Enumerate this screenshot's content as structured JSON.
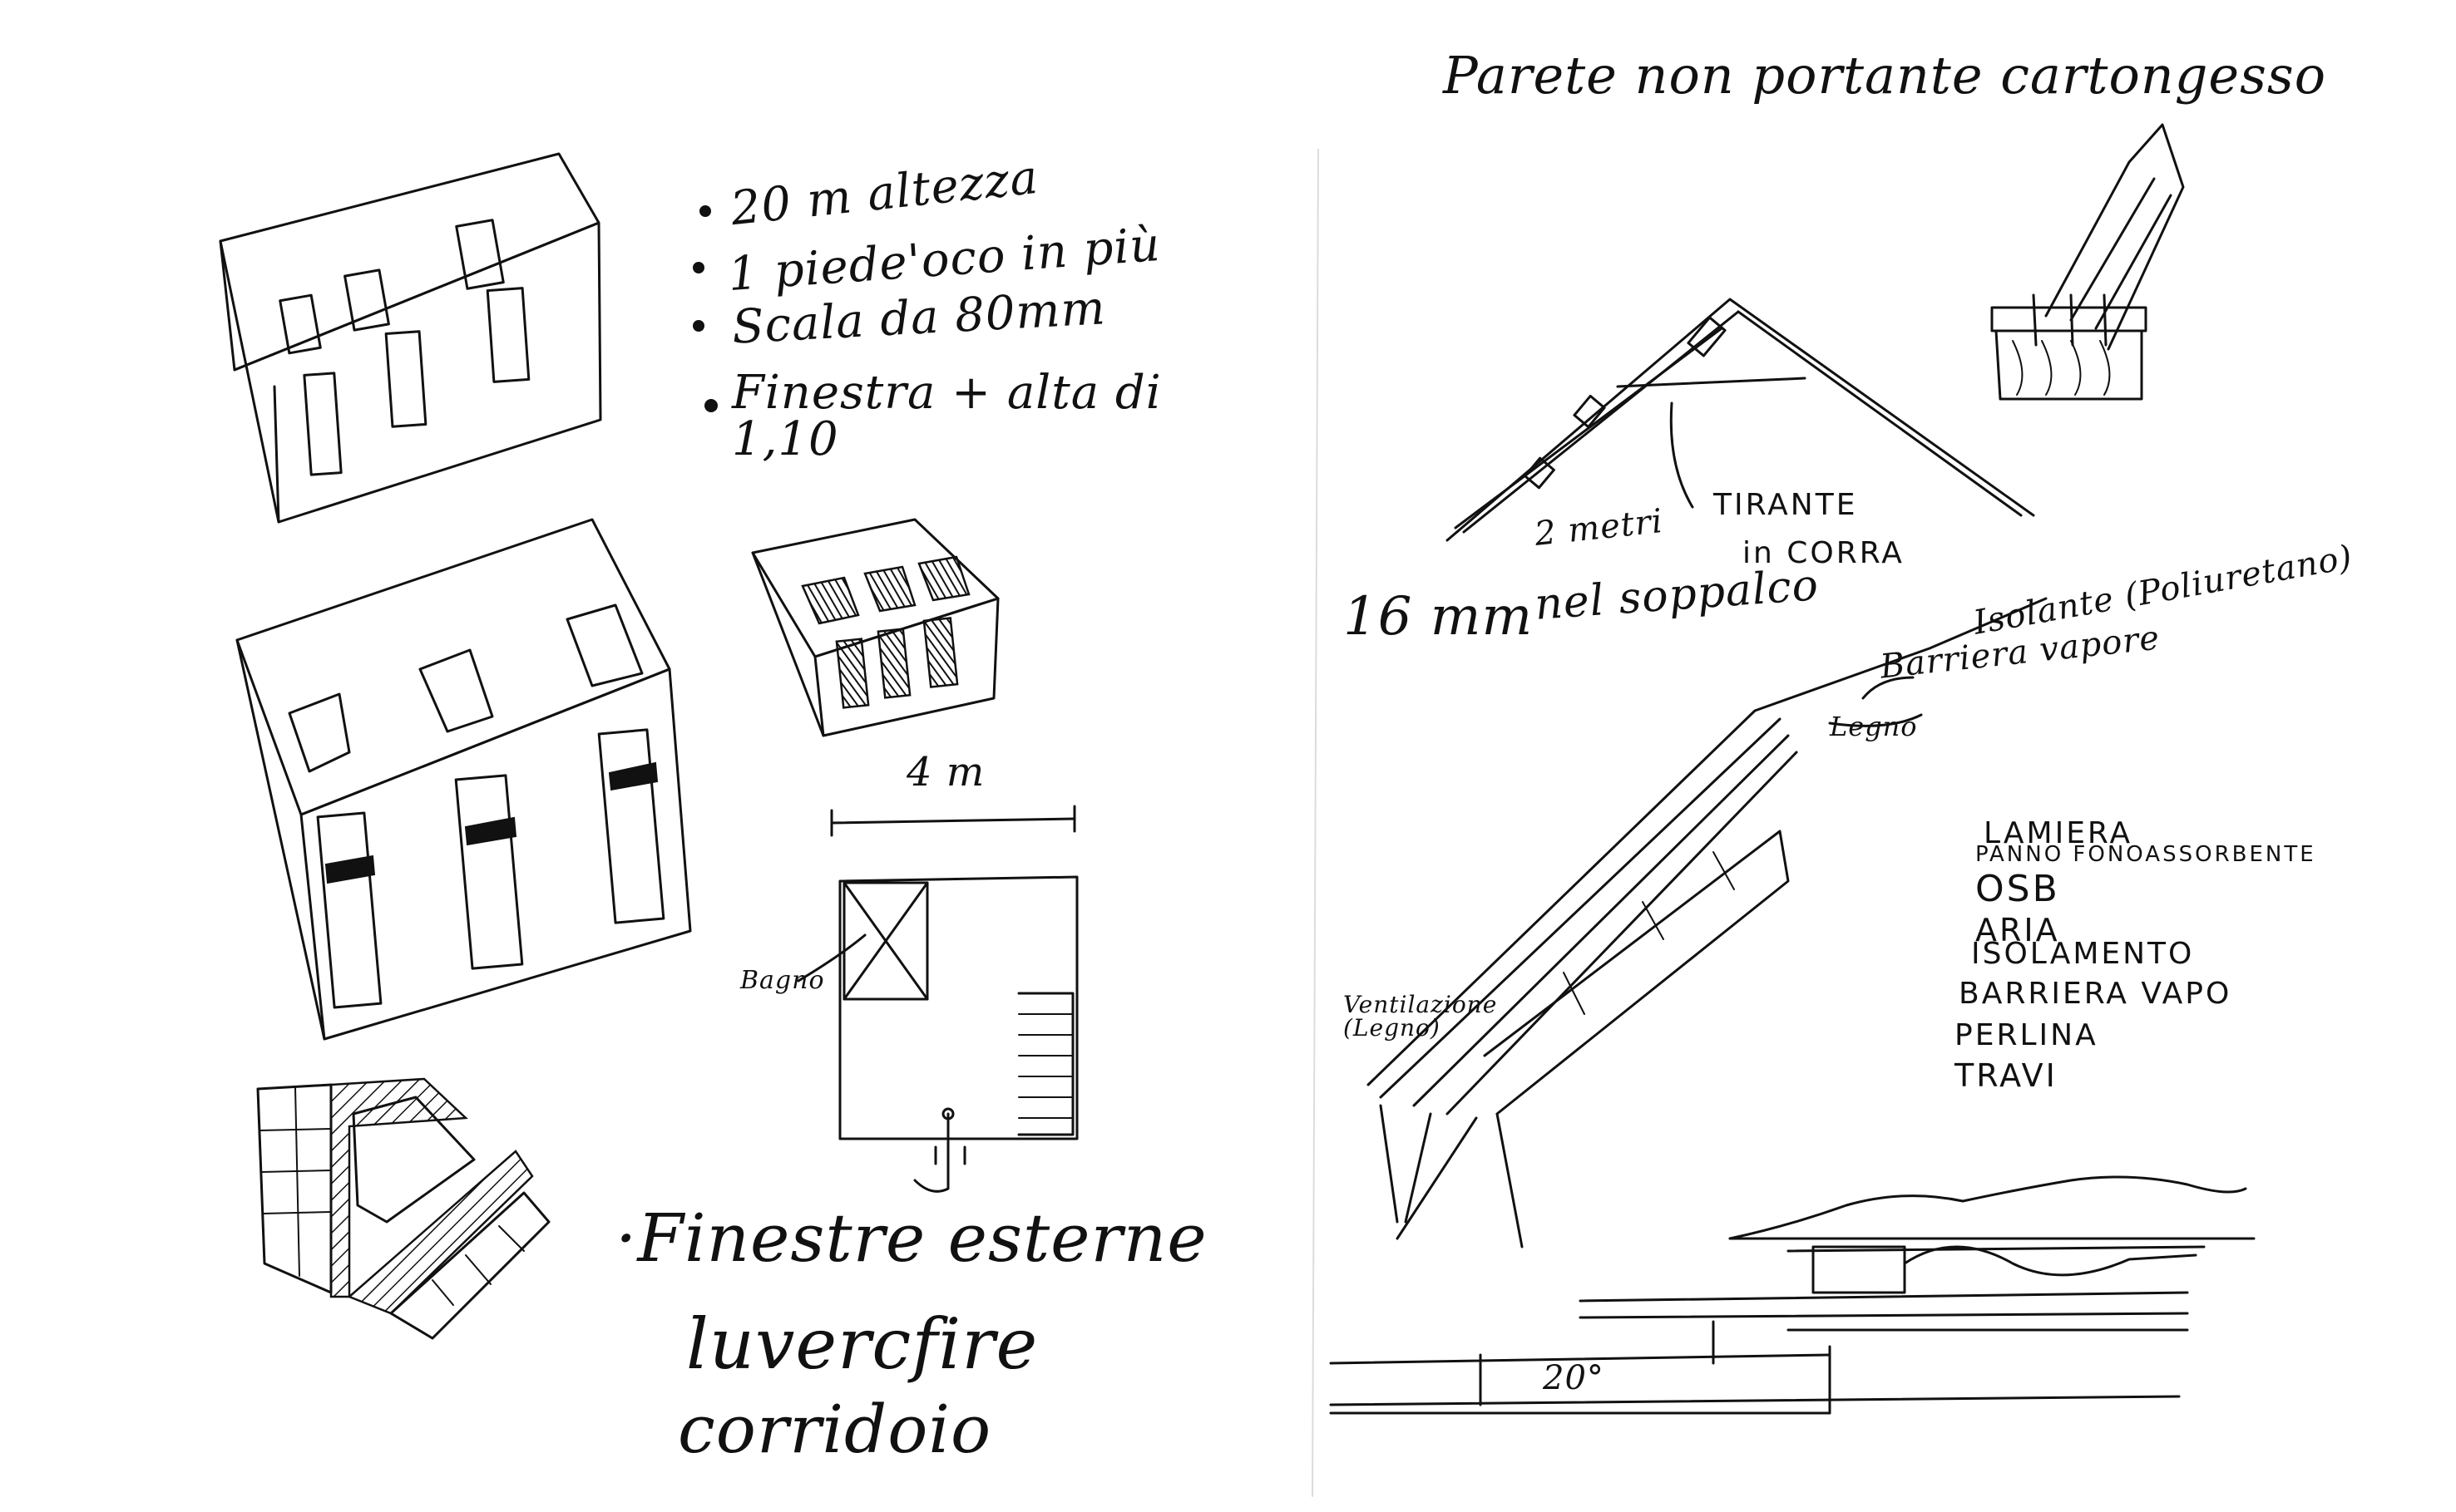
{
  "top_title": "Parete non portante cartongesso",
  "requirements": {
    "items": [
      "20 m altezza",
      "1 piede'oco in più",
      "Scala da 80mm",
      "Finestra + alta di 1,10"
    ]
  },
  "plan": {
    "width_label": "4 m",
    "bath_label": "Bagno"
  },
  "notes": {
    "exterior_windows": "·Finestre esterne",
    "curtain": "luvercfire",
    "corridor": "corridoio"
  },
  "roof_detail": {
    "tie_rod": "TIRANTE",
    "in_corra": "in CORRA",
    "second_line": "2 metri",
    "nel_soppalco": "nel soppalco",
    "thickness": "16 mm",
    "insulation": "Isolante (Poliuretano)",
    "vapor_barrier": "Barriera vapore",
    "wood": "Legno",
    "ventilation": "Ventilazione (Legno)"
  },
  "layers": {
    "items": [
      "LAMIERA",
      "PANNO FONOASSORBENTE",
      "OSB",
      "ARIA",
      "ISOLAMENTO",
      "BARRIERA VAPO",
      "PERLINA",
      "TRAVI"
    ]
  },
  "section": {
    "angle_label": "20°"
  }
}
